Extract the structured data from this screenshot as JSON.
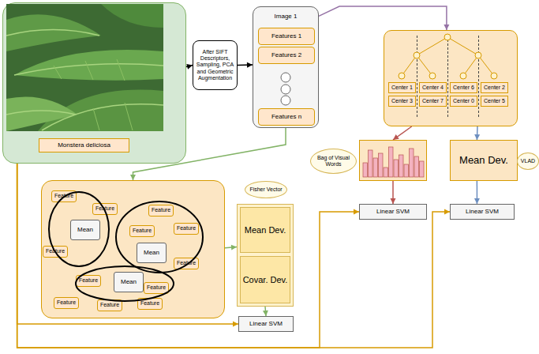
{
  "diagram": {
    "nodes": [
      {
        "text": [
          "Monstera deliciosa"
        ]
      },
      {
        "text": [
          "After SIFT Descriptors, Sampling, PCA and Geometric Augmentation"
        ]
      },
      {
        "text": [
          "Image 1"
        ]
      },
      {
        "text": [
          "Features 1"
        ],
        "in": 2
      },
      {
        "text": [
          "Features 2"
        ],
        "in": 2
      },
      {
        "text": [
          "Features n"
        ],
        "in": 2
      },
      {
        "text": []
      },
      {
        "text": [
          "Center 1"
        ],
        "in": 6
      },
      {
        "text": [
          "Center 4"
        ],
        "in": 6
      },
      {
        "text": [
          "Center 6"
        ],
        "in": 6
      },
      {
        "text": [
          "Center 2"
        ],
        "in": 6
      },
      {
        "text": [
          "Center 3"
        ],
        "in": 6
      },
      {
        "text": [
          "Center 7"
        ],
        "in": 6
      },
      {
        "text": [
          "Center 0"
        ],
        "in": 6
      },
      {
        "text": [
          "Center 5"
        ],
        "in": 6
      },
      {
        "text": [
          "Bag of Visual Words"
        ]
      },
      {
        "text": [
          "Mean Dev.",
          "VLAD"
        ]
      },
      {
        "text": [
          "Linear SVM"
        ]
      },
      {
        "text": [
          "Linear SVM"
        ]
      },
      {
        "text": []
      },
      {
        "text": [
          "Feature"
        ],
        "in": 19
      },
      {
        "text": [
          "Feature"
        ],
        "in": 19
      },
      {
        "text": [
          "Mean"
        ],
        "in": 19
      },
      {
        "text": [
          "Feature"
        ],
        "in": 19
      },
      {
        "text": [
          "Feature"
        ],
        "in": 19
      },
      {
        "text": [
          "Feature"
        ],
        "in": 19
      },
      {
        "text": [
          "Feature"
        ],
        "in": 19
      },
      {
        "text": [
          "Mean"
        ],
        "in": 19
      },
      {
        "text": [
          "Feature"
        ],
        "in": 19
      },
      {
        "text": [
          "Feature"
        ],
        "in": 19
      },
      {
        "text": [
          "Mean"
        ],
        "in": 19
      },
      {
        "text": [
          "Feature"
        ],
        "in": 19
      },
      {
        "text": [
          "Feature"
        ],
        "in": 19
      },
      {
        "text": [
          "Feature"
        ],
        "in": 19
      },
      {
        "text": [
          "Feature"
        ],
        "in": 19
      },
      {
        "text": [
          "Fisher Vector"
        ]
      },
      {
        "text": [
          "Mean Dev."
        ],
        "in": 35
      },
      {
        "text": [
          "Covar. Dev."
        ],
        "in": 35
      },
      {
        "text": [
          "Linear SVM"
        ]
      }
    ],
    "edges": [
      {
        "from": 0,
        "to": 1,
        "arrow": "to"
      },
      {
        "from": 1,
        "to": 2,
        "arrow": "to"
      },
      {
        "from": 2,
        "to": 6,
        "arrow": "to"
      },
      {
        "from": 2,
        "to": 19,
        "arrow": "to"
      },
      {
        "from": 6,
        "to": 15,
        "arrow": "to"
      },
      {
        "from": 6,
        "to": 16,
        "arrow": "to"
      },
      {
        "from": 15,
        "to": 17,
        "arrow": "to"
      },
      {
        "from": 16,
        "to": 18,
        "arrow": "to"
      },
      {
        "from": 19,
        "to": 35,
        "arrow": "to"
      },
      {
        "from": 35,
        "to": 38,
        "arrow": "to"
      },
      {
        "from": 0,
        "to": 38,
        "arrow": "to"
      },
      {
        "from": 0,
        "to": 17,
        "arrow": "to"
      },
      {
        "from": 0,
        "to": 18,
        "arrow": "to"
      }
    ]
  }
}
